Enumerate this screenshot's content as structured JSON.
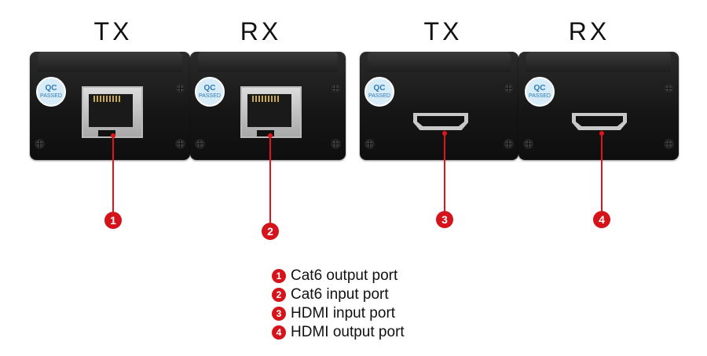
{
  "headings": [
    "TX",
    "RX",
    "TX",
    "RX"
  ],
  "qc_badge": {
    "line1": "QC",
    "line2": "PASSED"
  },
  "callouts": [
    "1",
    "2",
    "3",
    "4"
  ],
  "legend": [
    {
      "num": "1",
      "text": "Cat6 output port"
    },
    {
      "num": "2",
      "text": "Cat6 input port"
    },
    {
      "num": "3",
      "text": "HDMI input port"
    },
    {
      "num": "4",
      "text": "HDMI output port"
    }
  ],
  "colors": {
    "accent": "#d4141a",
    "device_body": "#161616",
    "background": "#ffffff"
  },
  "icons": [
    "qc-passed-sticker",
    "rj45-port",
    "hdmi-port",
    "screw"
  ]
}
